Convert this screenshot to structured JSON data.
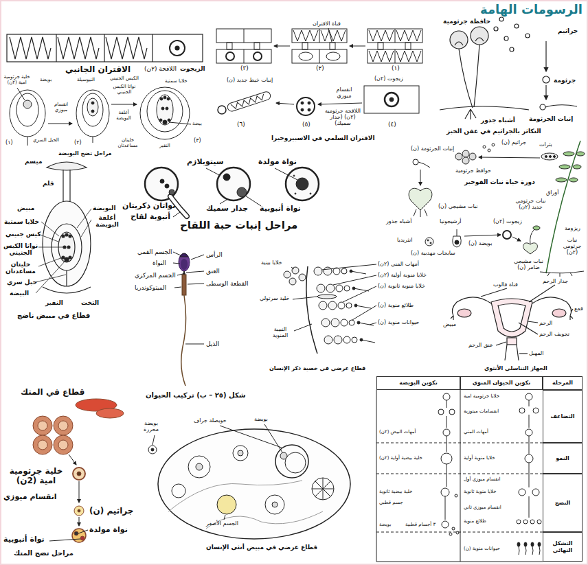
{
  "diagram": {
    "title": "الرسومات الهامة",
    "nodes": [
      {
        "text": [
          "المرحلة"
        ]
      },
      {
        "text": [
          "تكوين الحيوان المنوي"
        ]
      },
      {
        "text": [
          "تكوين البويضة"
        ]
      },
      {
        "text": [
          "التضاعف"
        ]
      },
      {
        "text": [
          "النمو"
        ]
      },
      {
        "text": [
          "النضج"
        ]
      },
      {
        "text": [
          "التشكل النهائي"
        ]
      }
    ],
    "labels": [
      "الاقتران الجانبي",
      "اللاقحة (٢ن)",
      "الزيجوت",
      "قناة الاقتران",
      "(٣)",
      "(٢)",
      "(١)",
      "زيجوت (٢ن)",
      "إنبات خيط جديد (ن)",
      "انقسام ميوزي",
      "اللاقحة جرثومية (٢ن) (جدار سميك)",
      "(٤)",
      "(٥)",
      "(٦)",
      "الاقتران السلمي في الاسبيروجيرا",
      "حافظة جرثومية",
      "جراثيم",
      "جرثومة",
      "إنبات الجرثومة",
      "أشباه جذور",
      "التكاثر بالجراثيم في عفن الخبز",
      "خلية جرثومية امية (٢ن)",
      "بويضة",
      "النيوسيلة",
      "الكيس الجنيني",
      "خلايا سمتية",
      "نواتا الكيس الجنيني",
      "انقسام ميوزي",
      "أغلفة البويضة",
      "الحبل السري",
      "(١)",
      "(٢)",
      "(٣)",
      "بيضة",
      "خليتان مساعدتان",
      "النقير",
      "مراحل تضج البويضة",
      "سيتوبلازم",
      "نواة مولدة",
      "جدار سميك",
      "نواة أنبوبية",
      "نواتان ذكريتان",
      "أنبوبة لقاح",
      "مراحل إنبات حبة اللقاح",
      "جراثيم (ن)",
      "إنبات الجرثومة (ن)",
      "حوافظ جرثومية",
      "بثرات",
      "أوراق",
      "دورة حياة نبات الفوجير",
      "نبات مشيجي (ن)",
      "أشباه جذور",
      "أرشيجونيا",
      "انثريديا",
      "زيجوت (٢ن)",
      "بويضة (ن)",
      "سابحات مهدبية (ن)",
      "نبات جرثومي جديد (٢ن)",
      "ريزومة",
      "نبات جرثومي (٢ن)",
      "نبات مشيجي ضامر (ن)",
      "ميسم",
      "قلم",
      "مبيض",
      "البويضة",
      "أغلفة البويضة",
      "خلايا سمتية",
      "كيس جنيني",
      "نواتا الكيس الجنيني",
      "خليتان مساعدتان",
      "حبل سري",
      "البيضة",
      "النقير",
      "التخت",
      "قطاع في مبيض ناضج",
      "الجسم القمي",
      "النواة",
      "الرأس",
      "العنق",
      "الجسم المركزي",
      "القطعة الوسطى",
      "الميتوكوندريا",
      "الذيل",
      "شكل (٢٥ – ب) تركيب الحيوان",
      "خلايا بينية",
      "خلية سرتولي",
      "أمهات المني (٢ن)",
      "خلايا منوية أولية (٢ن)",
      "خلايا منوية ثانوية (ن)",
      "طلائع منوية (ن)",
      "حيوانات منوية (ن)",
      "النبيبة المنوية",
      "قطاع عرضي في خصية ذكر الإنسان",
      "قناة فالوب",
      "جدار الرحم",
      "قمع",
      "مبيض",
      "الرحم",
      "تجويف الرحم",
      "عنق الرحم",
      "المهبل",
      "الجهاز التناسلي الأنثوي",
      "قطاع في المتك",
      "خلية جرثومية امية (2ن)",
      "انقسام ميوزي",
      "جراثيم (ن)",
      "نواة مولدة",
      "نواة أنبوبية",
      "مراحل تضج المتك",
      "بويضة محررة",
      "حويصلة جراف",
      "بويضة",
      "الجسم الأصفر",
      "قطاع عرضي في مبيض أنثى الإنسان",
      "خلايا جرثومية امية",
      "انقسامات ميتوزية",
      "أمهات المني",
      "أمهات البيض (٢ن)",
      "خلايا منوية أولية",
      "خلية بيضية أولية (٢ن)",
      "انقسام ميوزي أول",
      "خلايا منوية ثانوية",
      "خلية بيضية ثانوية",
      "جسم قطبي",
      "انقسام ميوزي ثاني",
      "طلائع منوية",
      "بويضة",
      "٣ أجسام قطبية",
      "حيوانات منوية (ن)"
    ]
  }
}
